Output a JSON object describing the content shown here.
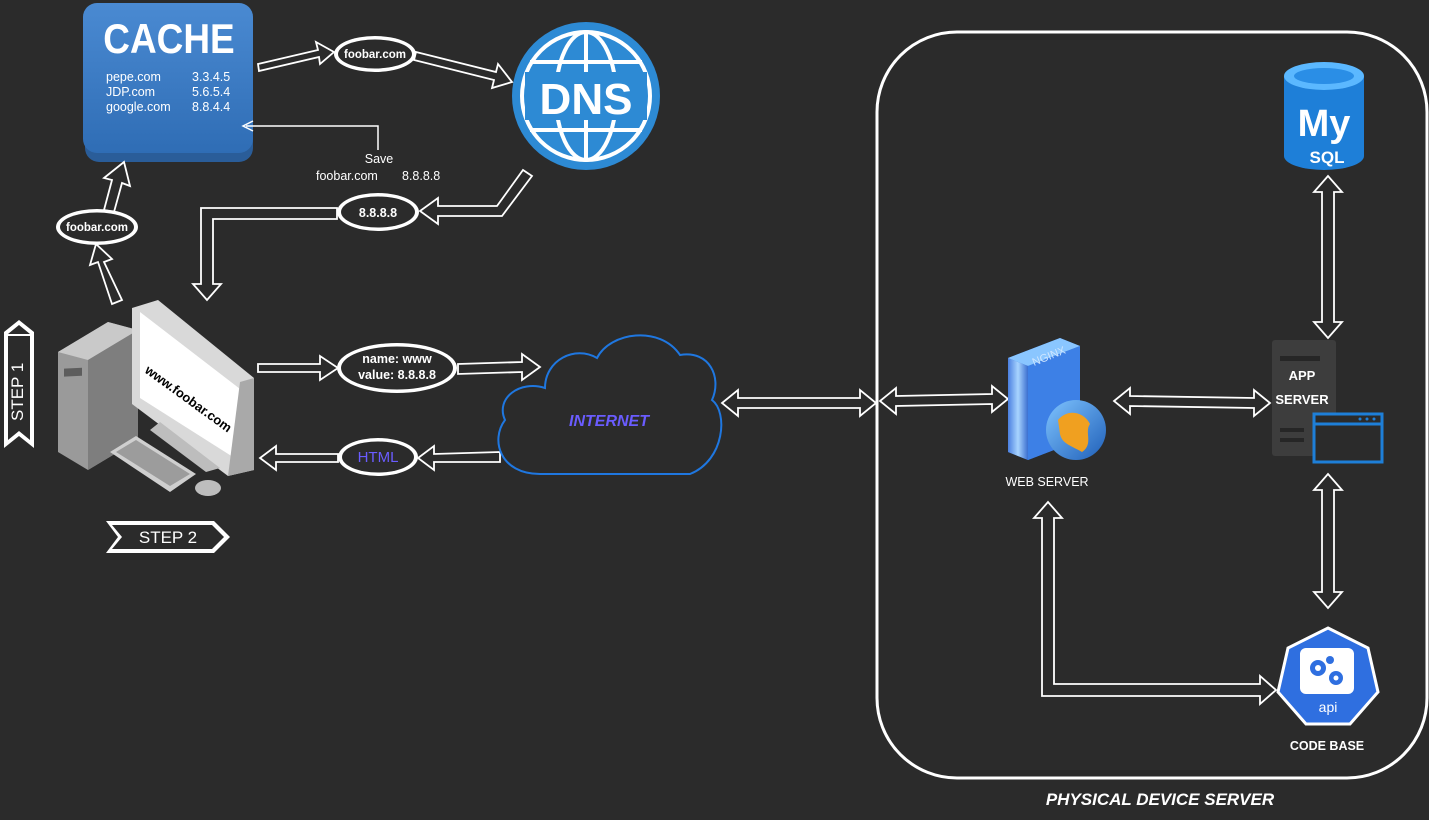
{
  "cache": {
    "title": "CACHE",
    "entries": [
      {
        "domain": "pepe.com",
        "ip": "3.3.4.5"
      },
      {
        "domain": "JDP.com",
        "ip": "5.6.5.4"
      },
      {
        "domain": "google.com",
        "ip": "8.8.4.4"
      }
    ]
  },
  "dns": {
    "label": "DNS"
  },
  "bubbles": {
    "query_left": "foobar.com",
    "query_top": "foobar.com",
    "dns_response": "8.8.8.8",
    "request_line1": "name: www",
    "request_line2": "value: 8.8.8.8",
    "html": "HTML"
  },
  "save_note": {
    "title": "Save",
    "domain": "foobar.com",
    "ip": "8.8.8.8"
  },
  "computer": {
    "screen_text": "www.foobar.com"
  },
  "steps": {
    "step1": "STEP 1",
    "step2": "STEP 2"
  },
  "internet": {
    "label": "INTERNET"
  },
  "server": {
    "caption": "PHYSICAL DEVICE SERVER",
    "web_server": "WEB SERVER",
    "nginx": "NGINX",
    "app_line1": "APP",
    "app_line2": "SERVER",
    "mysql_top": "My",
    "mysql_bottom": "SQL",
    "api": "api",
    "code_base": "CODE BASE"
  },
  "colors": {
    "background": "#2b2b2b",
    "cache_blue": "#3d7cc4",
    "dns_blue": "#2d8ad4",
    "internet_blue": "#1f77e0",
    "internet_text": "#6a5cff",
    "html_text": "#6a5cff",
    "mysql_blue": "#1e7fd8",
    "api_blue": "#2f6fe0"
  }
}
